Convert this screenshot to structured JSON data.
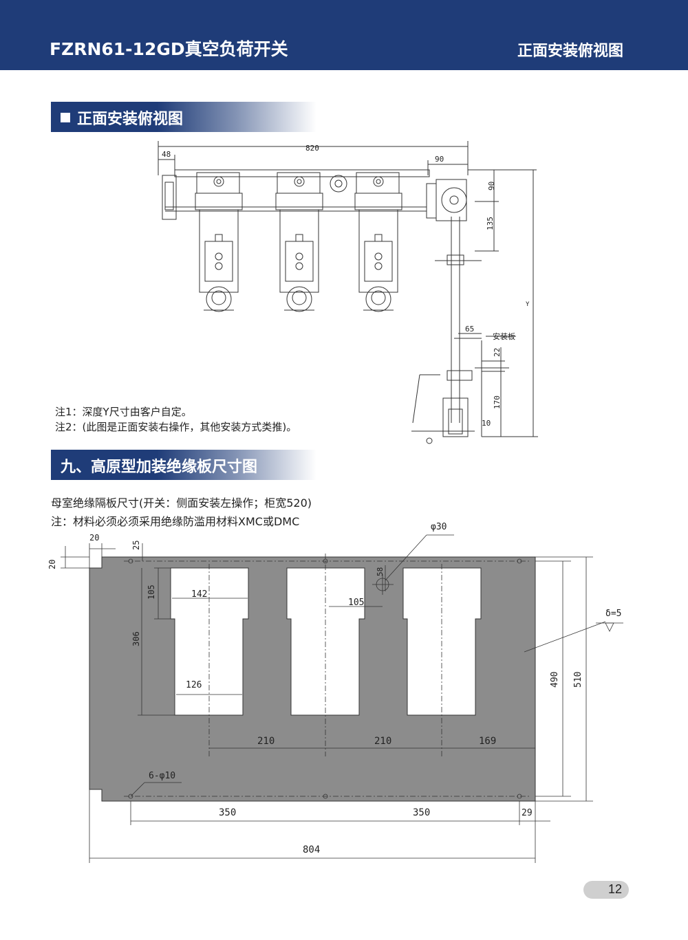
{
  "header": {
    "doc_title": "FZRN61-12GD真空负荷开关",
    "view_title": "正面安装俯视图"
  },
  "section1": {
    "title": "正面安装俯视图",
    "dims": {
      "overall_width": "820",
      "left_offset": "48",
      "right_offset": "90",
      "top_height": "90",
      "second_height": "135",
      "depth": "Y",
      "plate_offset": "65",
      "plate_label": "安装板",
      "plate_gap": "22",
      "lower_height": "170",
      "bottom_gap": "10"
    },
    "note1": "注1：深度Y尺寸由客户自定。",
    "note2": "注2：(此图是正面安装右操作，其他安装方式类推)。"
  },
  "section2": {
    "title": "九、高原型加装绝缘板尺寸图",
    "line1": "母室绝缘隔板尺寸(开关：侧面安装左操作；柜宽520)",
    "line2": "注：材料必须必须采用绝缘防滥用材料XMC或DMC",
    "dims": {
      "corner_w": "20",
      "corner_h": "20",
      "top_margin": "25",
      "hole_dia": "φ30",
      "hole_offset": "58",
      "slot_top_w": "142",
      "slot_top_h": "105",
      "slot_pitch_gap": "105",
      "slot_total_h": "306",
      "slot_bottom_w": "126",
      "pitch1": "210",
      "pitch2": "210",
      "right_margin": "169",
      "thickness": "δ=5",
      "inner_h": "490",
      "outer_h": "510",
      "mount_holes": "6-φ10",
      "hole_pitch1": "350",
      "hole_pitch2": "350",
      "hole_edge": "29",
      "overall_w": "804"
    }
  },
  "page_number": "12"
}
